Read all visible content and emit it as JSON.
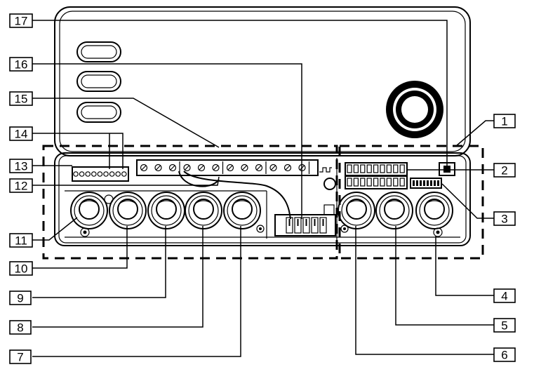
{
  "callouts": [
    {
      "id": "1",
      "label": "1"
    },
    {
      "id": "2",
      "label": "2"
    },
    {
      "id": "3",
      "label": "3"
    },
    {
      "id": "4",
      "label": "4"
    },
    {
      "id": "5",
      "label": "5"
    },
    {
      "id": "6",
      "label": "6"
    },
    {
      "id": "7",
      "label": "7"
    },
    {
      "id": "8",
      "label": "8"
    },
    {
      "id": "9",
      "label": "9"
    },
    {
      "id": "10",
      "label": "10"
    },
    {
      "id": "11",
      "label": "11"
    },
    {
      "id": "12",
      "label": "12"
    },
    {
      "id": "13",
      "label": "13"
    },
    {
      "id": "14",
      "label": "14"
    },
    {
      "id": "15",
      "label": "15"
    },
    {
      "id": "16",
      "label": "16"
    },
    {
      "id": "17",
      "label": "17"
    }
  ]
}
